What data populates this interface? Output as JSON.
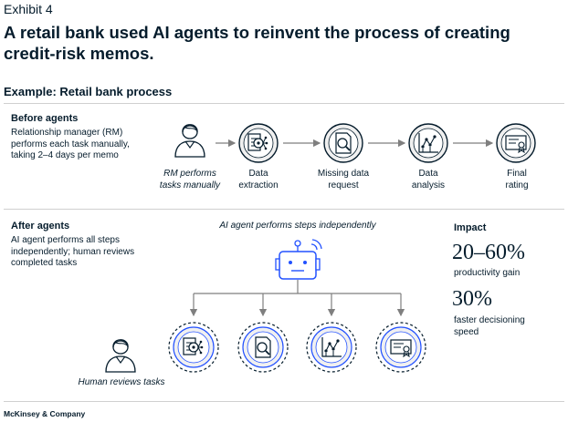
{
  "header": {
    "exhibit": "Exhibit 4",
    "title": "A retail bank used AI agents to reinvent the process of creating credit-risk memos.",
    "subtitle": "Example: Retail bank process"
  },
  "before": {
    "heading": "Before agents",
    "description": [
      "Relationship manager (RM)",
      "performs each task manually,",
      "taking 2–4 days per memo"
    ],
    "actor_label": [
      "RM performs",
      "tasks manually"
    ],
    "steps": [
      {
        "label": [
          "Data",
          "extraction"
        ],
        "icon": "document-extraction-icon"
      },
      {
        "label": [
          "Missing data",
          "request"
        ],
        "icon": "document-search-icon"
      },
      {
        "label": [
          "Data",
          "analysis"
        ],
        "icon": "chart-analysis-icon"
      },
      {
        "label": [
          "Final",
          "rating"
        ],
        "icon": "certificate-rating-icon"
      }
    ]
  },
  "after": {
    "heading": "After agents",
    "description": [
      "AI agent performs all steps",
      "independently; human reviews",
      "completed tasks"
    ],
    "agent_label": "AI agent performs steps independently",
    "human_label": "Human reviews tasks"
  },
  "impact": {
    "heading": "Impact",
    "metrics": [
      {
        "value": "20–60%",
        "label": [
          "productivity gain"
        ]
      },
      {
        "value": "30%",
        "label": [
          "faster decisioning",
          "speed"
        ]
      }
    ]
  },
  "footer": "McKinsey & Company",
  "colors": {
    "navy": "#051c2c",
    "blue": "#2251ff",
    "gray": "#7f7f7f",
    "circle_fill": "#f0f0f0"
  }
}
